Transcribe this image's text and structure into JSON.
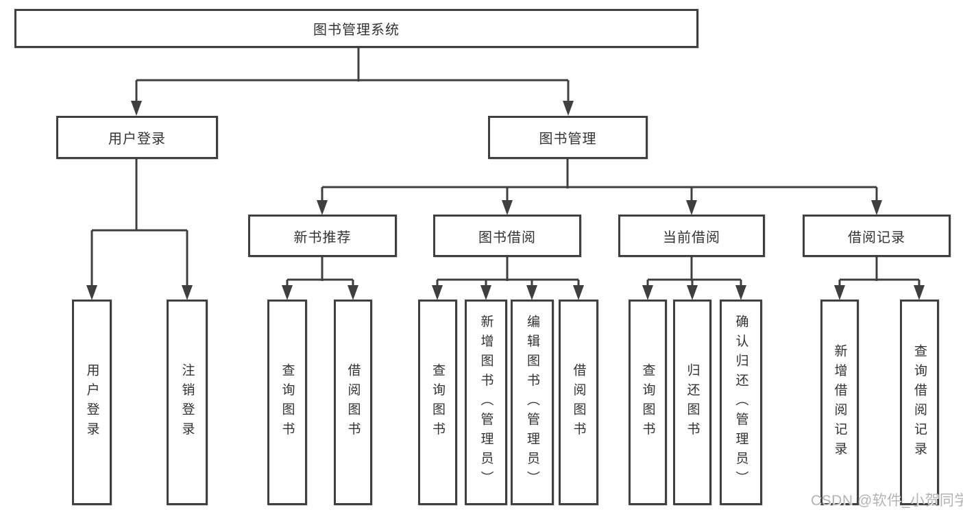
{
  "colors": {
    "line": "#3f3f3f",
    "text": "#333333",
    "background": "#ffffff",
    "watermark_text": "#b3b3b3"
  },
  "tree": {
    "root": {
      "label": "图书管理系统",
      "children": [
        {
          "label": "用户登录",
          "children": [
            {
              "label": "用户登录"
            },
            {
              "label": "注销登录"
            }
          ]
        },
        {
          "label": "图书管理",
          "children": [
            {
              "label": "新书推荐",
              "children": [
                {
                  "label": "查询图书"
                },
                {
                  "label": "借阅图书"
                }
              ]
            },
            {
              "label": "图书借阅",
              "children": [
                {
                  "label": "查询图书"
                },
                {
                  "label": "新增图书（管理员）"
                },
                {
                  "label": "编辑图书（管理员）"
                },
                {
                  "label": "借阅图书"
                }
              ]
            },
            {
              "label": "当前借阅",
              "children": [
                {
                  "label": "查询图书"
                },
                {
                  "label": "归还图书"
                },
                {
                  "label": "确认归还（管理员）"
                }
              ]
            },
            {
              "label": "借阅记录",
              "children": [
                {
                  "label": "新增借阅记录"
                },
                {
                  "label": "查询借阅记录"
                }
              ]
            }
          ]
        }
      ]
    }
  },
  "watermark": {
    "text": "CSDN @软件_小贺同学"
  }
}
